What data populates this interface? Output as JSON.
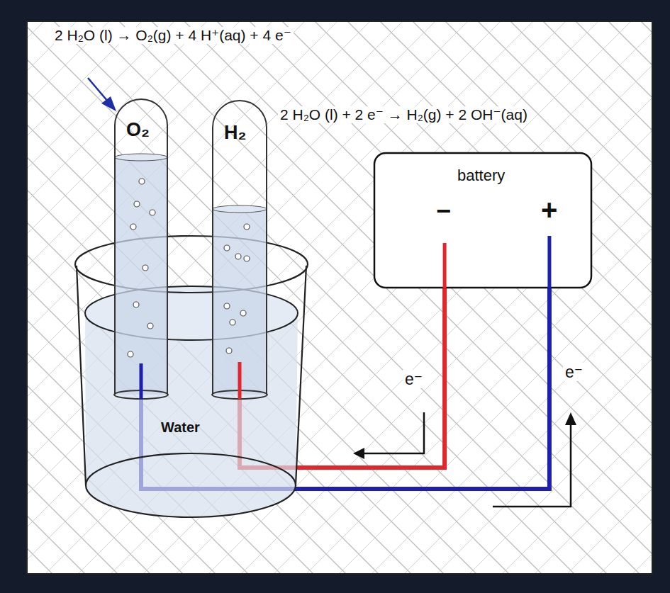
{
  "diagram": {
    "nodes": [
      {
        "text": [
          "O₂"
        ]
      },
      {
        "text": [
          "H₂"
        ]
      },
      {
        "text": [
          "battery",
          "−",
          "+"
        ]
      },
      {
        "text": [
          "Water"
        ]
      }
    ],
    "edges": [
      {
        "from": 2,
        "to": 1,
        "arrow": "none"
      },
      {
        "from": 2,
        "to": 0,
        "arrow": "none"
      }
    ],
    "labels": [
      "2 H₂O (l) → O₂(g) + 4 H⁺(aq) + 4 e⁻",
      "2 H₂O (l) + 2 e⁻ → H₂(g) + 2 OH⁻(aq)",
      "e⁻",
      "e⁻"
    ]
  }
}
